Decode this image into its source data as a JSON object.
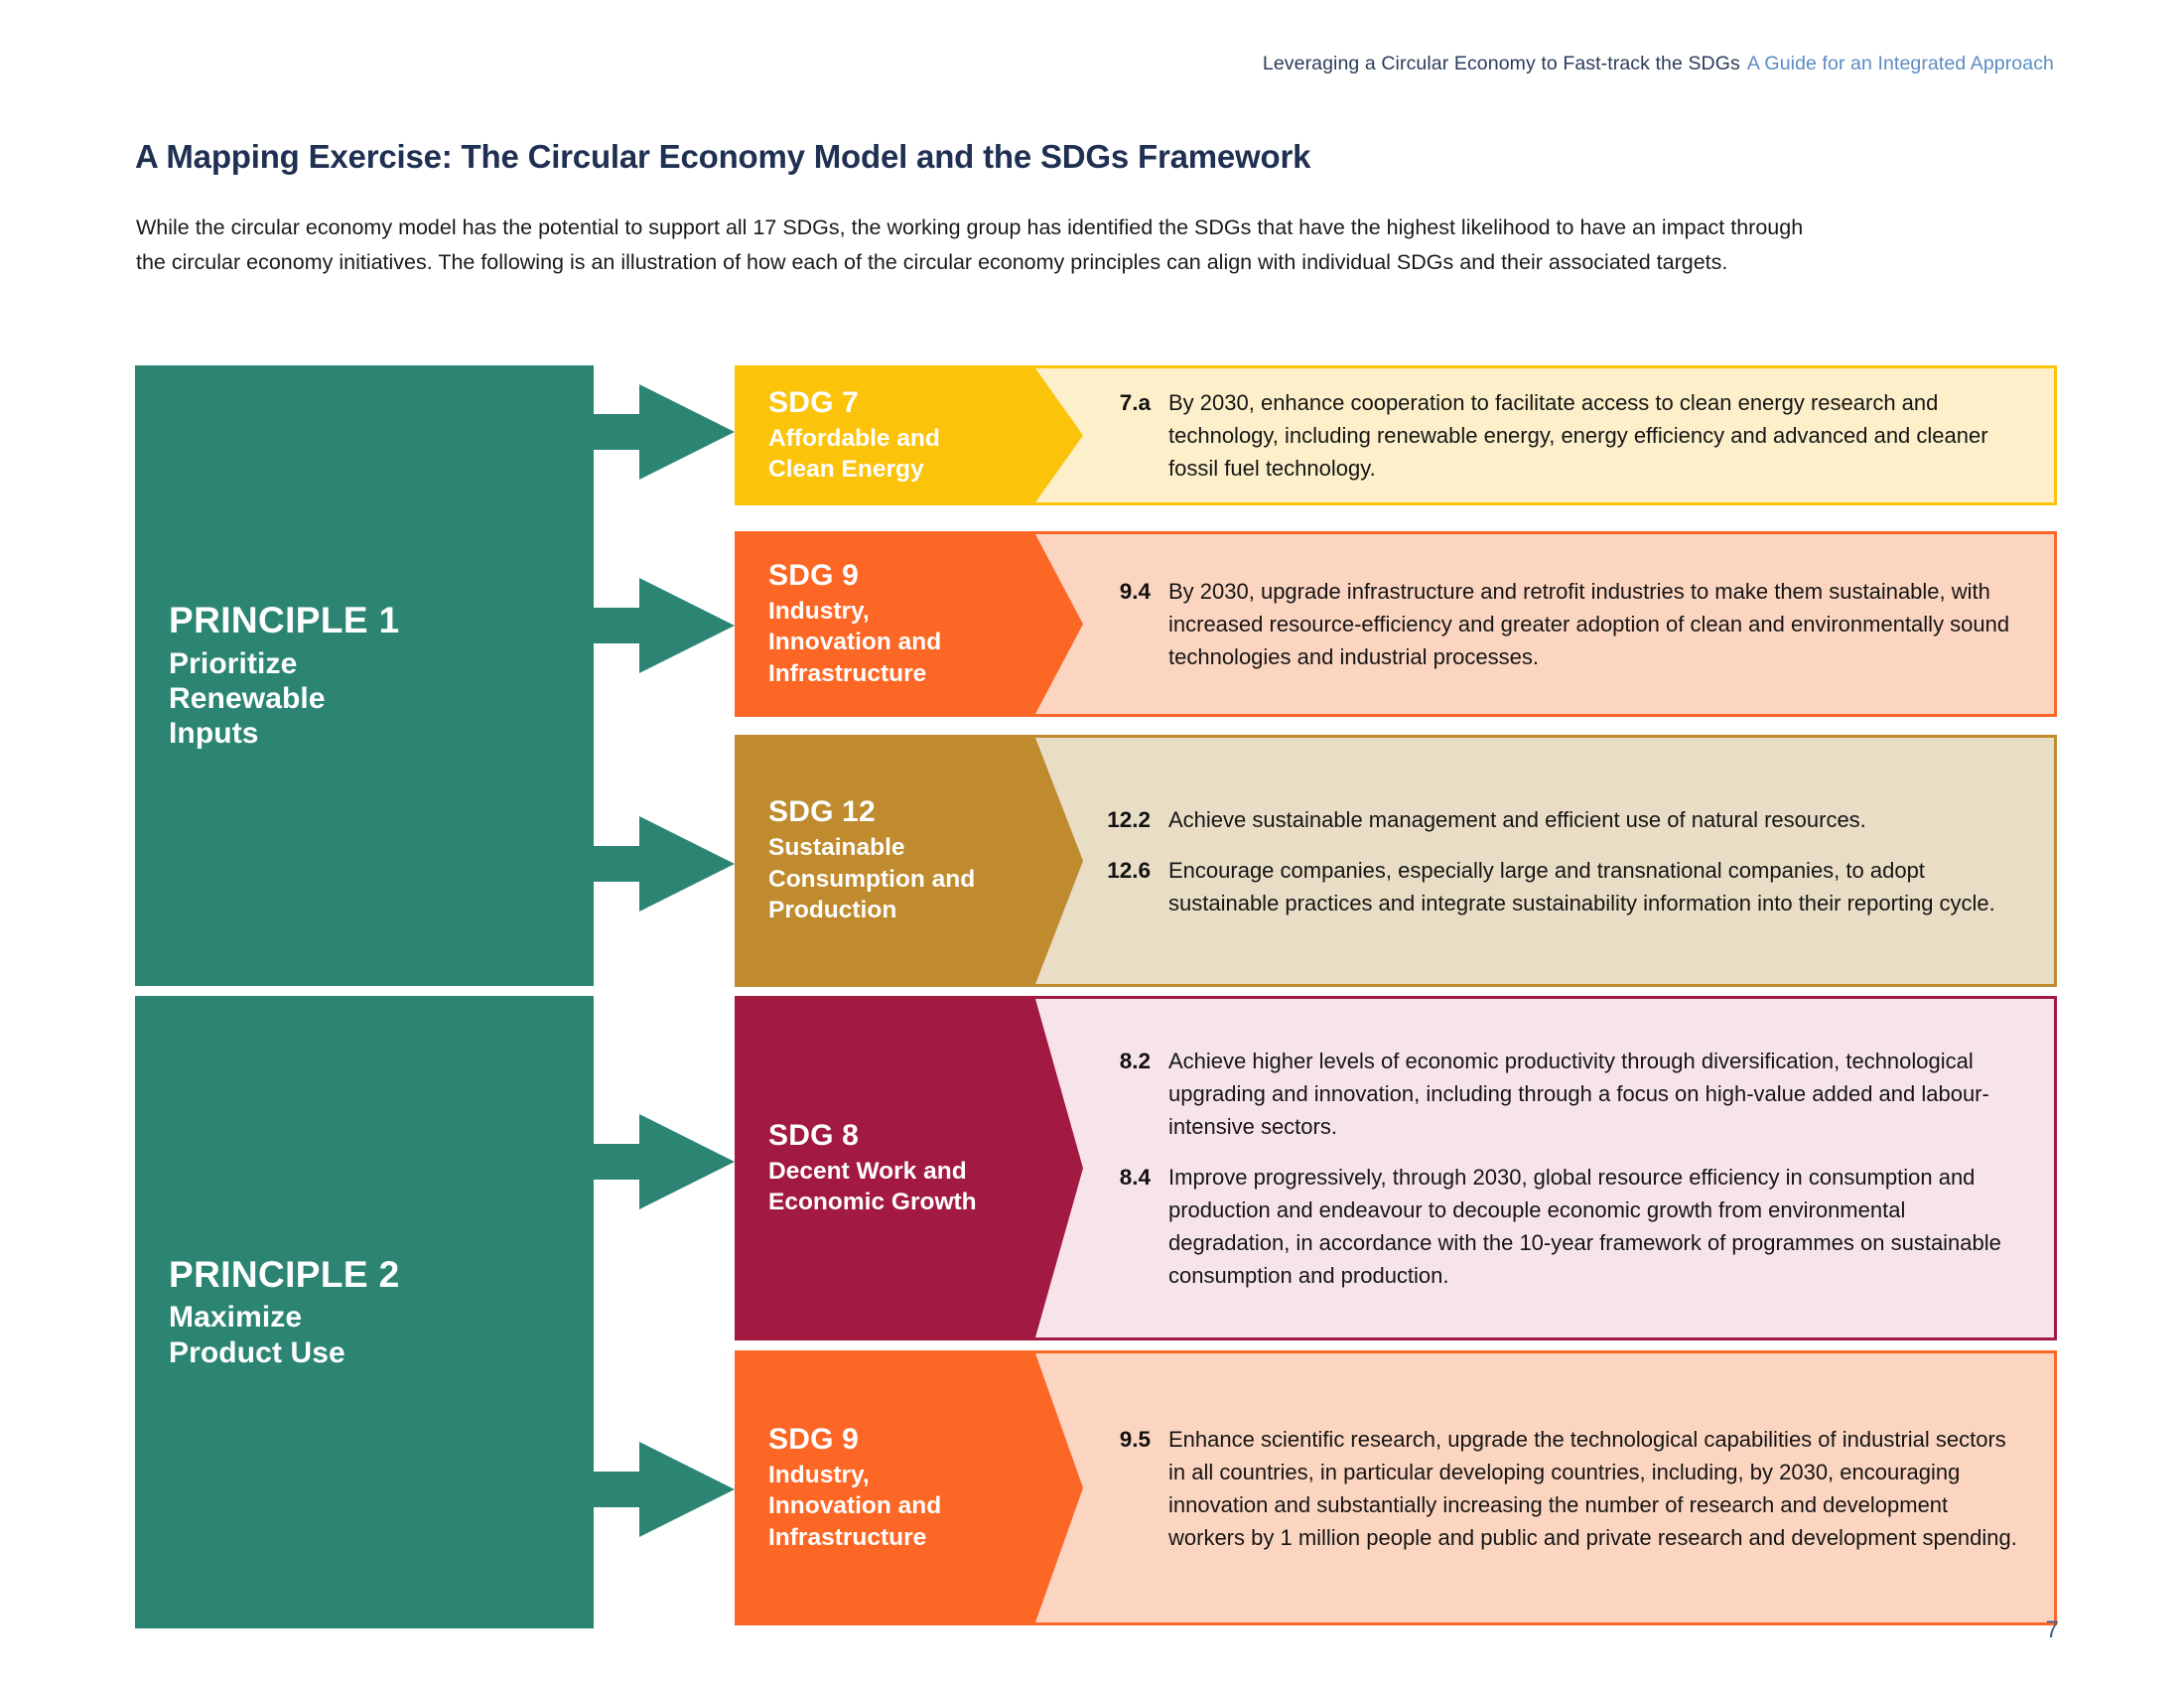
{
  "running_header": {
    "main": "Leveraging a Circular Economy to Fast-track the SDGs",
    "sub": "A Guide for an Integrated Approach"
  },
  "page_title": "A Mapping Exercise: The Circular Economy Model and the SDGs Framework",
  "intro": "While the circular economy model has the potential to support all 17 SDGs, the working group has identified the SDGs that have the highest likelihood to have an impact through the circular economy initiatives. The following is an illustration of how each of the circular economy principles can align with individual SDGs and their associated targets.",
  "page_number": "7",
  "colors": {
    "principle_teal": "#2c8573",
    "arrow_teal": "#2c8573",
    "header_navy": "#2a3c5a",
    "header_blue": "#5b8cc4",
    "title_navy": "#1f3053",
    "page_number_blue": "#43618a",
    "sdg7_accent": "#fcc30b",
    "sdg7_body": "#fcefc9",
    "sdg9_accent": "#fc6725",
    "sdg9_body": "#fbd5c0",
    "sdg12_accent": "#bf8b2e",
    "sdg12_body": "#e9ddc6",
    "sdg8_accent": "#a21942",
    "sdg8_body": "#f7e4ea"
  },
  "principles": [
    {
      "title": "PRINCIPLE 1",
      "subtitle": "Prioritize\nRenewable\nInputs"
    },
    {
      "title": "PRINCIPLE 2",
      "subtitle": "Maximize\nProduct Use"
    }
  ],
  "sdg_cards": [
    {
      "principle": 1,
      "name": "SDG 7",
      "description": "Affordable and\nClean Energy",
      "accent": "#fcc30b",
      "body": "#fcefc9",
      "border": "#fcc30b",
      "targets": [
        {
          "number": "7.a",
          "text": "By 2030, enhance cooperation to facilitate access to clean energy research and technology, including renewable energy, energy efficiency and advanced and cleaner fossil fuel technology."
        }
      ]
    },
    {
      "principle": 1,
      "name": "SDG 9",
      "description": "Industry,\nInnovation and\nInfrastructure",
      "accent": "#fc6725",
      "body": "#fbd5c0",
      "border": "#fc6725",
      "targets": [
        {
          "number": "9.4",
          "text": "By 2030, upgrade infrastructure and retrofit industries to make them sustainable, with increased resource-efficiency and greater adoption of clean and environmentally sound technologies and industrial processes."
        }
      ]
    },
    {
      "principle": 1,
      "name": "SDG 12",
      "description": "Sustainable\nConsumption and\nProduction",
      "accent": "#bf8b2e",
      "body": "#e9ddc6",
      "border": "#bf8b2e",
      "targets": [
        {
          "number": "12.2",
          "text": "Achieve sustainable management and efficient use of natural resources."
        },
        {
          "number": "12.6",
          "text": "Encourage companies, especially large and transnational companies, to adopt sustainable practices and integrate sustainability information into their reporting cycle."
        }
      ]
    },
    {
      "principle": 2,
      "name": "SDG 8",
      "description": "Decent Work and\nEconomic Growth",
      "accent": "#a21942",
      "body": "#f7e4ea",
      "border": "#a21942",
      "targets": [
        {
          "number": "8.2",
          "text": "Achieve higher levels of economic productivity through diversification, technological upgrading and innovation, including through a focus on high-value added and labour-intensive sectors."
        },
        {
          "number": "8.4",
          "text": "Improve progressively, through 2030, global resource efficiency in consumption and production and endeavour to decouple economic growth from environmental degradation, in accordance with the 10-year framework of programmes on sustainable consumption and production."
        }
      ]
    },
    {
      "principle": 2,
      "name": "SDG 9",
      "description": "Industry,\nInnovation and\nInfrastructure",
      "accent": "#fc6725",
      "body": "#fbd5c0",
      "border": "#fc6725",
      "targets": [
        {
          "number": "9.5",
          "text": "Enhance scientific research, upgrade the technological capabilities of industrial sectors in all countries, in particular developing countries, including, by 2030, encouraging innovation and substantially increasing the number of research and development workers by 1 million people and public and private research and development spending."
        }
      ]
    }
  ]
}
